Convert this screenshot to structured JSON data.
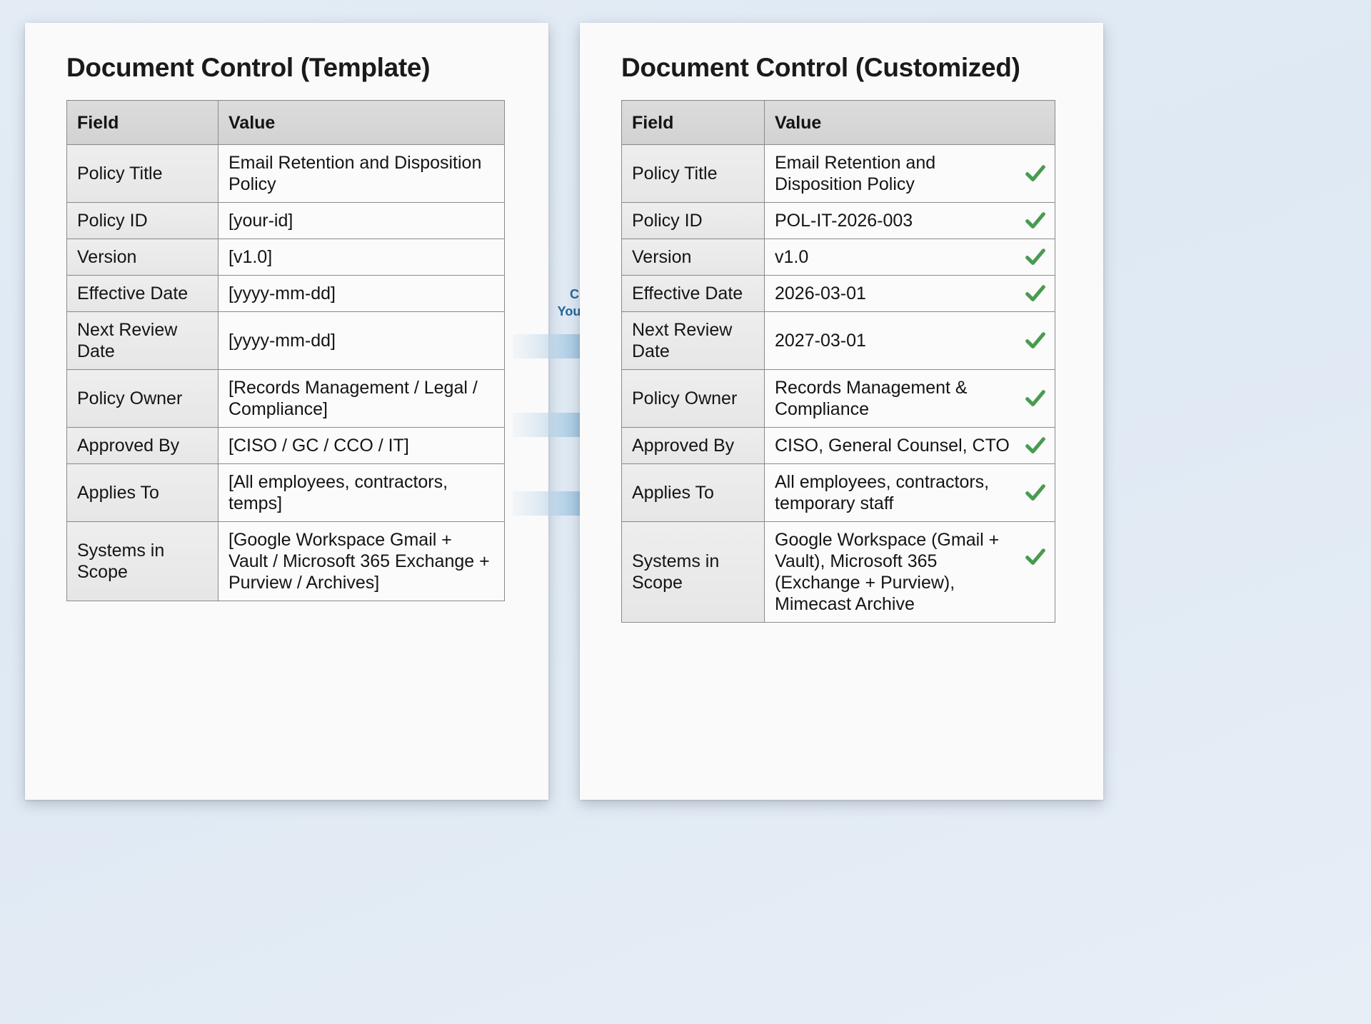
{
  "page": {
    "background_color": "#e3ecf5",
    "card_background": "#fafafa"
  },
  "colors": {
    "placeholder_text": "#b5711c",
    "check_green": "#4a9a52",
    "label_blue": "#1f6699",
    "arrow_blue": "#2b84bf",
    "header_grey": "#d6d6d6"
  },
  "center": {
    "label_line1": "Customize for",
    "label_line2": "Your Organization",
    "arrow_count": 3,
    "arrow_name": "customize-arrow"
  },
  "template_panel": {
    "title": "Document Control (Template)",
    "columns": [
      "Field",
      "Value"
    ],
    "rows": [
      {
        "field": "Policy Title",
        "value": "Email Retention and Disposition Policy",
        "placeholder": false
      },
      {
        "field": "Policy ID",
        "value": "[your-id]",
        "placeholder": true
      },
      {
        "field": "Version",
        "value": "[v1.0]",
        "placeholder": true
      },
      {
        "field": "Effective Date",
        "value": "[yyyy-mm-dd]",
        "placeholder": true
      },
      {
        "field": "Next Review Date",
        "value": "[yyyy-mm-dd]",
        "placeholder": true
      },
      {
        "field": "Policy Owner",
        "value": "[Records Management / Legal / Compliance]",
        "placeholder": true
      },
      {
        "field": "Approved By",
        "value": "[CISO / GC / CCO / IT]",
        "placeholder": true
      },
      {
        "field": "Applies To",
        "value": "[All employees, contractors, temps]",
        "placeholder": true
      },
      {
        "field": "Systems in Scope",
        "value": "[Google Workspace Gmail + Vault / Microsoft 365 Exchange + Purview / Archives]",
        "placeholder": true
      }
    ]
  },
  "customized_panel": {
    "title": "Document Control (Customized)",
    "columns": [
      "Field",
      "Value"
    ],
    "check_symbol": "✔",
    "rows": [
      {
        "field": "Policy Title",
        "value": "Email Retention and Disposition Policy",
        "checked": true
      },
      {
        "field": "Policy ID",
        "value": "POL-IT-2026-003",
        "checked": true
      },
      {
        "field": "Version",
        "value": "v1.0",
        "checked": true
      },
      {
        "field": "Effective Date",
        "value": "2026-03-01",
        "checked": true
      },
      {
        "field": "Next Review Date",
        "value": "2027-03-01",
        "checked": true
      },
      {
        "field": "Policy Owner",
        "value": "Records Management & Compliance",
        "checked": true
      },
      {
        "field": "Approved By",
        "value": "CISO, General Counsel, CTO",
        "checked": true
      },
      {
        "field": "Applies To",
        "value": "All employees, contractors, temporary staff",
        "checked": true
      },
      {
        "field": "Systems in Scope",
        "value": "Google Workspace (Gmail + Vault), Microsoft 365 (Exchange + Purview), Mimecast Archive",
        "checked": true
      }
    ]
  }
}
